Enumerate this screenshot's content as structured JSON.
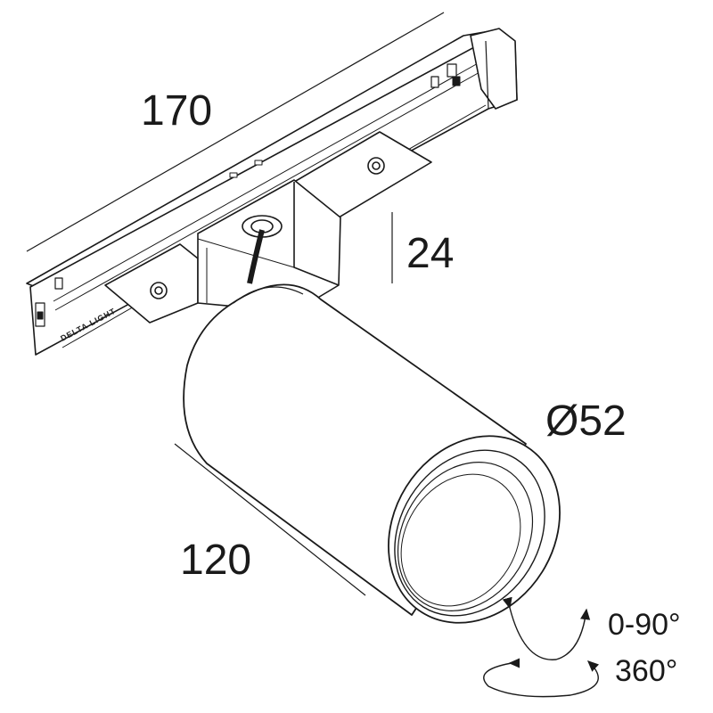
{
  "dimensions": {
    "length": "170",
    "height": "24",
    "diameter": "Ø52",
    "body_length": "120",
    "tilt": "0-90°",
    "rotation": "360°"
  },
  "rail": {
    "brand": "DELTA LIGHT"
  },
  "colors": {
    "line": "#1a1a1a",
    "background": "#ffffff"
  }
}
